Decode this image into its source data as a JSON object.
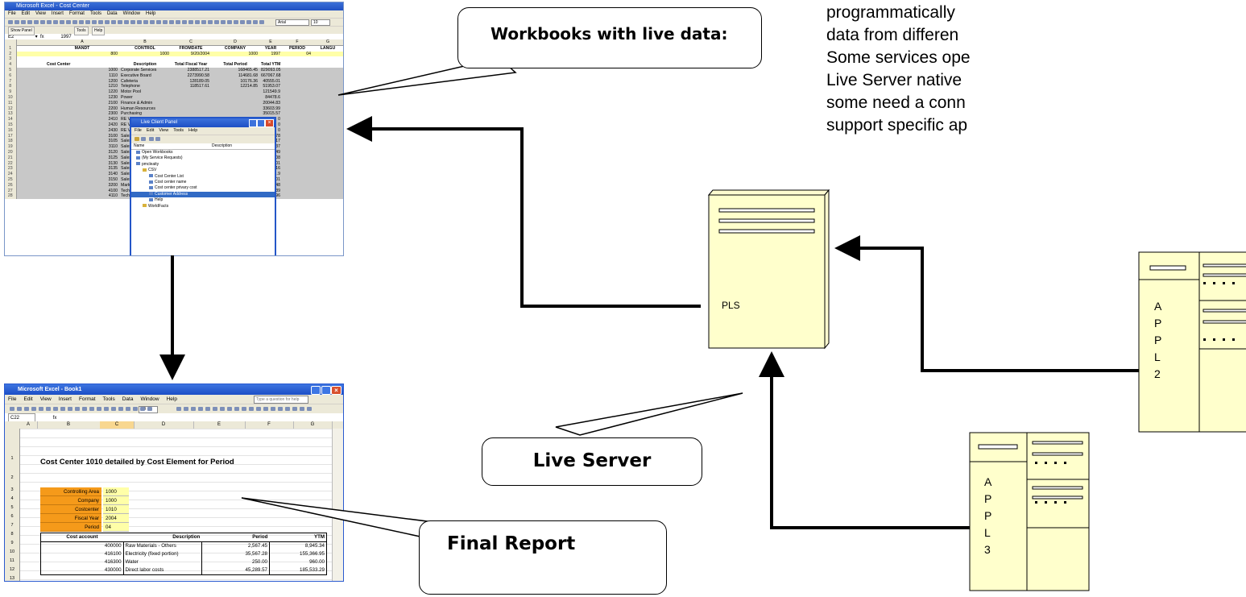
{
  "callouts": {
    "workbooks": "Workbooks with live data:",
    "live_server": "Live Server",
    "final_report": "Final Report"
  },
  "description": {
    "lines": [
      "programmatically",
      "data from differen",
      "Some services ope",
      "Live Server native",
      "some need a conn",
      "support specific ap"
    ]
  },
  "servers": {
    "pls_label": "PLS",
    "appl2_letters": [
      "A",
      "P",
      "P",
      "L",
      "2"
    ],
    "appl3_letters": [
      "A",
      "P",
      "P",
      "L",
      "3"
    ]
  },
  "excel_top": {
    "title": "Microsoft Excel - Cost Center",
    "menu": [
      "File",
      "Edit",
      "View",
      "Insert",
      "Format",
      "Tools",
      "Data",
      "Window",
      "Help"
    ],
    "font_box": "Arial",
    "font_size": "10",
    "show_panel": "Show Panel",
    "tools_item": "Tools",
    "help_item": "Help",
    "name_box": "E2",
    "formula": "1997",
    "col_letters": [
      "A",
      "B",
      "C",
      "D",
      "E",
      "F",
      "G"
    ],
    "header_row": [
      "MANDT",
      "CONTROL",
      "FROMDATE",
      "COMPANY",
      "YEAR",
      "PERIOD",
      "LANGU"
    ],
    "param_row": [
      "800",
      "1000",
      "9/20/2004",
      "1000",
      "1997",
      "04",
      ""
    ],
    "table_header": [
      "Cost Center",
      "Description",
      "Total Fiscal Year",
      "Total Period",
      "Total YTM"
    ],
    "rows": [
      [
        "1000",
        "Corporate Services",
        "2388517.21",
        "168465.45",
        "829093.05"
      ],
      [
        "1110",
        "Executive Board",
        "2273990.58",
        "114681.68",
        "667067.68"
      ],
      [
        "1200",
        "Cafeteria",
        "128189.05",
        "10176.36",
        "40555.01"
      ],
      [
        "1210",
        "Telephone",
        "118517.61",
        "12214.85",
        "51953.07"
      ],
      [
        "1220",
        "Motor Pool",
        "",
        "",
        "121549.9"
      ],
      [
        "1230",
        "Power",
        "",
        "",
        "84478.6"
      ],
      [
        "2100",
        "Finance & Admin",
        "",
        "",
        "20044.83"
      ],
      [
        "2200",
        "Human Resources",
        "",
        "",
        "33603.99"
      ],
      [
        "2300",
        "Purchasing",
        "",
        "",
        "35015.57"
      ],
      [
        "2410",
        "RE Vacancy apartment",
        "",
        "",
        "0"
      ],
      [
        "2420",
        "RE Vacancy office",
        "",
        "",
        "0"
      ],
      [
        "2430",
        "RE Vacant, others",
        "",
        "",
        "0"
      ],
      [
        "3100",
        "Sales Motorcycles",
        "",
        "",
        "37455.78"
      ],
      [
        "3105",
        "Sales Automotive",
        "",
        "",
        "30411.17"
      ],
      [
        "3110",
        "Sales Pumps",
        "",
        "",
        "33299.37"
      ],
      [
        "3120",
        "Sales Paint/Solvents",
        "",
        "",
        "35020.49"
      ],
      [
        "3125",
        "Sales Pharma/Cosmet.",
        "",
        "",
        "33022.08"
      ],
      [
        "3130",
        "Sales Bulbs",
        "",
        "",
        "32681.01"
      ],
      [
        "3135",
        "Sales Foodstuffs",
        "",
        "",
        "34003.16"
      ],
      [
        "3140",
        "Sales PC's",
        "",
        "",
        "31261.9"
      ],
      [
        "3150",
        "Sales Elevators",
        "",
        "",
        "30327.01"
      ],
      [
        "3200",
        "Marketing",
        "",
        "",
        "37632.48"
      ],
      [
        "4100",
        "Technical Service I",
        "",
        "",
        "30958.39"
      ],
      [
        "4110",
        "Technical Facilities",
        "",
        "",
        "38699.96"
      ]
    ],
    "panel": {
      "title": "Live Client Panel",
      "menu": [
        "File",
        "Edit",
        "View",
        "Tools",
        "Help"
      ],
      "col_name": "Name",
      "col_desc": "Description",
      "tree": [
        "Open Workbooks",
        "(My Service Requests)",
        "pmcleaity",
        "CSV",
        "Cost Center List",
        "Cost center name",
        "Cost center privary cost",
        "Customer Address",
        "Help",
        "WorldFacts"
      ],
      "selected_index": 7
    }
  },
  "excel_bottom": {
    "title": "Microsoft Excel - Book1",
    "menu": [
      "File",
      "Edit",
      "View",
      "Insert",
      "Format",
      "Tools",
      "Data",
      "Window",
      "Help"
    ],
    "question_box": "Type a question for help",
    "font_size": "10",
    "name_box": "C22",
    "fx": "fx",
    "col_letters": [
      "A",
      "B",
      "C",
      "D",
      "E",
      "F",
      "G"
    ],
    "heading": "Cost Center 1010 detailed by Cost Element for Period",
    "params": [
      [
        "Controlling Area",
        "1000"
      ],
      [
        "Company",
        "1000"
      ],
      [
        "Costcenter",
        "1010"
      ],
      [
        "Fiscal Year",
        "2004"
      ],
      [
        "Period",
        "04"
      ]
    ],
    "table_header": [
      "Cost account",
      "Description",
      "Period",
      "YTM"
    ],
    "rows": [
      [
        "400000",
        "Raw Materials - Others",
        "2,567.45",
        "8,945.34"
      ],
      [
        "416100",
        "Electricity (fixed portion)",
        "35,567.28",
        "155,366.95"
      ],
      [
        "416300",
        "Water",
        "250.00",
        "960.00"
      ],
      [
        "430000",
        "Direct labor costs",
        "45,289.57",
        "185,533.29"
      ]
    ]
  }
}
